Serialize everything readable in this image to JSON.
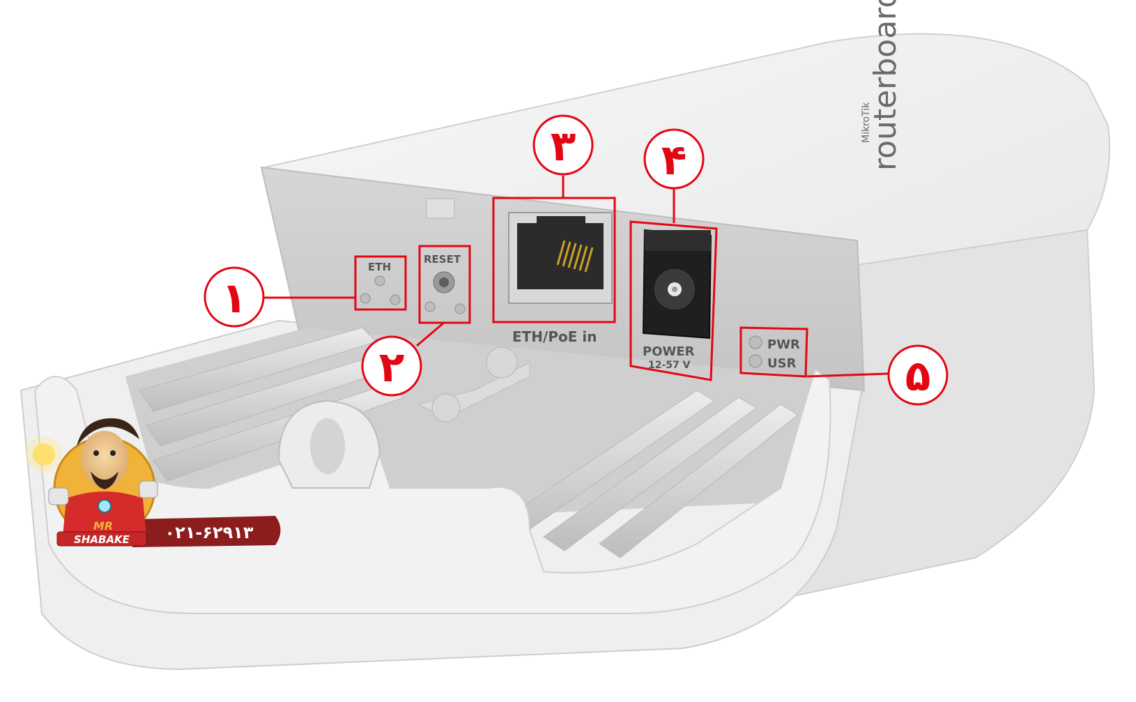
{
  "device": {
    "brand_small": "MikroTik",
    "brand_large": "routerboard",
    "labels": {
      "eth_led": "ETH",
      "reset": "RESET",
      "eth_poe": "ETH/PoE in",
      "power": "POWER",
      "voltage": "12-57 V",
      "pwr_led": "PWR",
      "usr_led": "USR"
    }
  },
  "callouts": [
    {
      "id": "1",
      "number": "١"
    },
    {
      "id": "2",
      "number": "٢"
    },
    {
      "id": "3",
      "number": "٣"
    },
    {
      "id": "4",
      "number": "۴"
    },
    {
      "id": "5",
      "number": "۵"
    }
  ],
  "logo": {
    "text_top": "MR",
    "text_bottom": "SHABAKE",
    "phone": "۰۲۱-۶۲۹۱۳"
  },
  "colors": {
    "accent_red": "#e30613",
    "logo_banner": "#8b1d1d",
    "device_white": "#f4f4f4",
    "device_shadow": "#c9c9c9"
  }
}
